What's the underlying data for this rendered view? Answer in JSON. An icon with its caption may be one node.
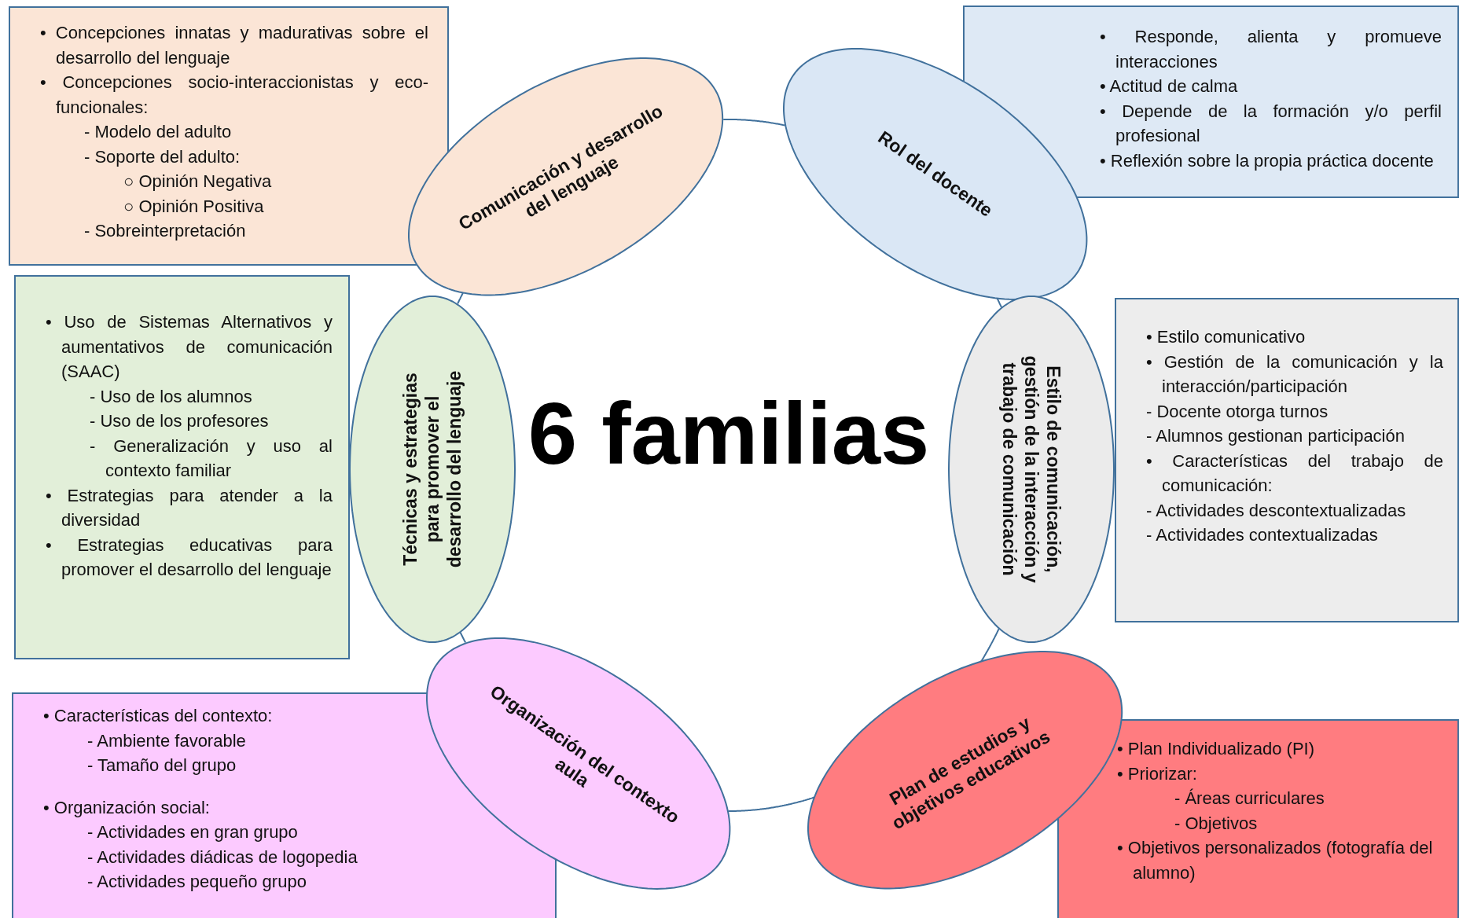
{
  "diagram": {
    "title": "6 familias",
    "nodes": [
      {
        "text": [
          "• Concepciones innatas y madurativas sobre el desarrollo del lenguaje",
          "• Concepciones socio-interaccionistas y eco-funcionales:",
          "- Modelo del adulto",
          "- Soporte del adulto:",
          "○ Opinión Negativa",
          "○ Opinión Positiva",
          "- Sobreinterpretación"
        ]
      },
      {
        "text": [
          "Comunicación y desarrollo del lenguaje"
        ]
      },
      {
        "text": [
          "Rol del docente"
        ]
      },
      {
        "text": [
          "• Responde, alienta y promueve interacciones",
          "• Actitud de calma",
          "• Depende de la formación y/o perfil profesional",
          "• Reflexión sobre la propia práctica docente"
        ]
      },
      {
        "text": [
          "• Uso de Sistemas Alternativos y aumentativos de comunicación (SAAC)",
          "- Uso de los alumnos",
          "- Uso de los profesores",
          "- Generalización y uso al contexto familiar",
          "• Estrategias para atender a la diversidad",
          "• Estrategias educativas para promover el desarrollo del lenguaje"
        ]
      },
      {
        "text": [
          "Técnicas y estrategias para promover el desarrollo del lenguaje"
        ]
      },
      {
        "text": [
          "Estilo de comunicación, gestión de la interacción y trabajo de comunicación"
        ]
      },
      {
        "text": [
          "• Estilo comunicativo",
          "• Gestión de la comunicación y la interacción/participación",
          "- Docente otorga turnos",
          "- Alumnos gestionan participación",
          "• Características del trabajo de comunicación:",
          "- Actividades descontextualizadas",
          "- Actividades contextualizadas"
        ]
      },
      {
        "text": [
          "• Características del contexto:",
          "- Ambiente favorable",
          "- Tamaño del grupo",
          "• Organización social:",
          "- Actividades en gran grupo",
          "- Actividades diádicas de logopedia",
          "- Actividades pequeño grupo"
        ]
      },
      {
        "text": [
          "Organización del contexto aula"
        ]
      },
      {
        "text": [
          "Plan de estudios y objetivos educativos"
        ]
      },
      {
        "text": [
          "• Plan Individualizado (PI)",
          "• Priorizar:",
          "- Áreas curriculares",
          "- Objetivos",
          "• Objetivos personalizados (fotografía del alumno)"
        ]
      }
    ],
    "edges": [
      {
        "from": 1,
        "to": 2,
        "arrow": "none"
      },
      {
        "from": 2,
        "to": 6,
        "arrow": "none"
      },
      {
        "from": 6,
        "to": 10,
        "arrow": "none"
      },
      {
        "from": 10,
        "to": 9,
        "arrow": "none"
      },
      {
        "from": 9,
        "to": 5,
        "arrow": "none"
      },
      {
        "from": 5,
        "to": 1,
        "arrow": "none"
      }
    ]
  }
}
